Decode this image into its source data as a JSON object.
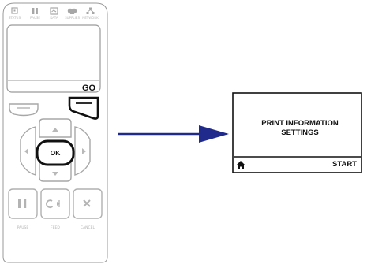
{
  "printer_panel": {
    "indicators": [
      {
        "label": "STATUS",
        "icon": "status-icon"
      },
      {
        "label": "PAUSE",
        "icon": "pause-icon"
      },
      {
        "label": "DATA",
        "icon": "data-icon"
      },
      {
        "label": "SUPPLIES",
        "icon": "supplies-icon"
      },
      {
        "label": "NETWORK",
        "icon": "network-icon"
      }
    ],
    "display_softkey_label": "GO",
    "ok_label": "OK",
    "bottom_labels": {
      "pause": "PAUSE",
      "feed": "FEED",
      "cancel": "CANCEL"
    }
  },
  "screen": {
    "title_line1": "PRINT INFORMATION",
    "title_line2": "SETTINGS",
    "right_softkey": "START",
    "left_softkey_icon": "home-icon"
  },
  "colors": {
    "arrow": "#1f2a8c",
    "outline": "#9a9a9a",
    "highlight": "#111111"
  }
}
